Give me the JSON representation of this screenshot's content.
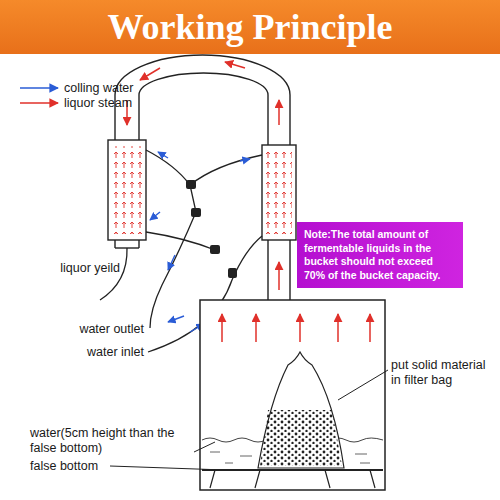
{
  "diagram": {
    "title": "Working Principle",
    "nodes": [
      {
        "text": [
          "Note:The total amount of fermentable liquids in the bucket should not exceed 70% of the bucket capacity."
        ]
      }
    ],
    "labels": [
      "liquor yeild",
      "water outlet",
      "water inlet",
      "put solid material in filter bag",
      "water(5cm height than the false bottom)",
      "false bottom"
    ],
    "legend": [
      {
        "text": "colling water"
      },
      {
        "text": "liquor steam"
      }
    ]
  }
}
